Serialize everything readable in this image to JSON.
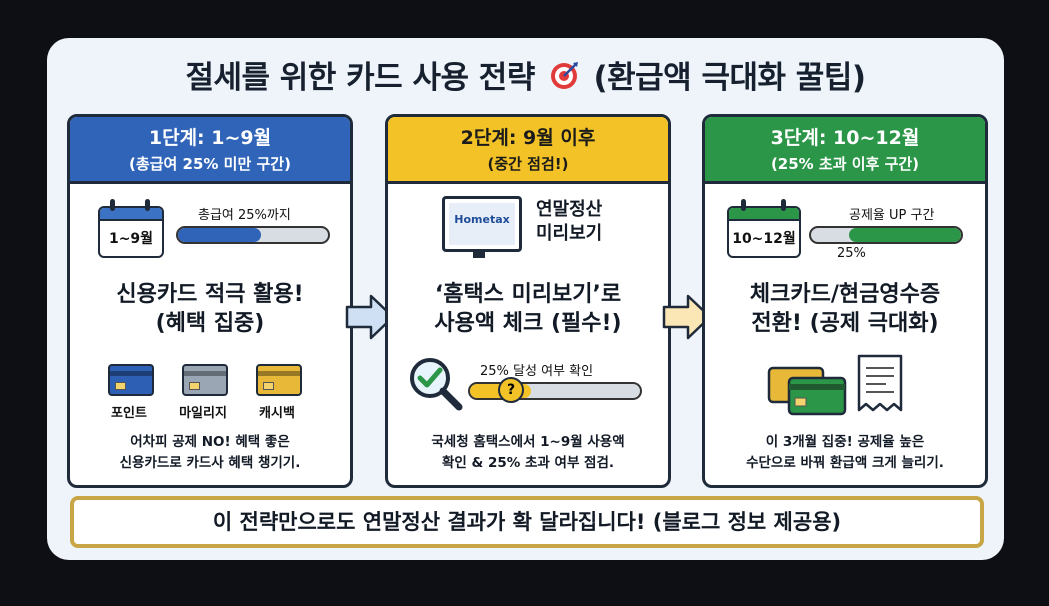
{
  "title": "절세를 위한 카드 사용 전략",
  "title_suffix": "(환급액 극대화 꿀팁)",
  "colors": {
    "step1": "#2f64b8",
    "step2": "#f2c227",
    "step3": "#2b9648",
    "frame": "#c8a646"
  },
  "steps": [
    {
      "heading": "1단계: 1~9월",
      "sub": "(총급여 25% 미만 구간)",
      "calendar": "1~9월",
      "bar_label": "총급여 25%까지",
      "bar_fill": 0.55,
      "main_line1": "신용카드 적극 활용!",
      "main_line2": "(혜택 집중)",
      "cards": [
        {
          "label": "포인트",
          "icon": "credit-card-icon"
        },
        {
          "label": "마일리지",
          "icon": "credit-card-icon"
        },
        {
          "label": "캐시백",
          "icon": "credit-card-icon"
        }
      ],
      "desc_line1": "어차피 공제 NO! 혜택 좋은",
      "desc_line2": "신용카드로 카드사 혜택 챙기기."
    },
    {
      "heading": "2단계: 9월 이후",
      "sub": "(중간 점검!)",
      "monitor_text": "Hometax",
      "monitor_label1": "연말정산",
      "monitor_label2": "미리보기",
      "main_line1": "‘홈택스 미리보기’로",
      "main_line2": "사용액 체크 (필수!)",
      "bar_label": "25% 달성 여부 확인",
      "bar_marker": "?",
      "desc_line1": "국세청 홈택스에서 1~9월 사용액",
      "desc_line2": "확인 & 25% 초과 여부 점검."
    },
    {
      "heading": "3단계: 10~12월",
      "sub": "(25% 초과 이후 구간)",
      "calendar": "10~12월",
      "bar_label": "공제율 UP 구간",
      "bar_percent": "25%",
      "bar_fill": 0.25,
      "main_line1": "체크카드/현금영수증",
      "main_line2": "전환! (공제 극대화)",
      "desc_line1": "이 3개월 집중! 공제율 높은",
      "desc_line2": "수단으로 바꿔 환급액 크게 늘리기."
    }
  ],
  "bottom_banner": "이 전략만으로도 연말정산 결과가 확 달라집니다! (블로그 정보 제공용)"
}
